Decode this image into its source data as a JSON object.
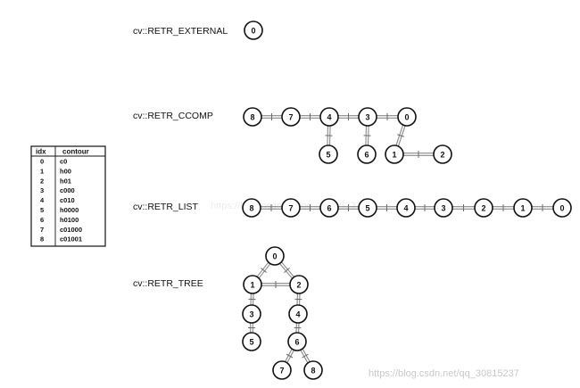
{
  "modes": [
    {
      "label": "cv::RETR_EXTERNAL",
      "nodes": [
        {
          "id": "e0",
          "text": "0"
        }
      ],
      "edges": []
    },
    {
      "label": "cv::RETR_CCOMP",
      "nodes": [
        {
          "id": "c8",
          "text": "8"
        },
        {
          "id": "c7",
          "text": "7"
        },
        {
          "id": "c4",
          "text": "4"
        },
        {
          "id": "c3",
          "text": "3"
        },
        {
          "id": "c0",
          "text": "0"
        },
        {
          "id": "c5",
          "text": "5"
        },
        {
          "id": "c6",
          "text": "6"
        },
        {
          "id": "c1",
          "text": "1"
        },
        {
          "id": "c2",
          "text": "2"
        }
      ],
      "edges": [
        [
          "c8",
          "c7"
        ],
        [
          "c7",
          "c4"
        ],
        [
          "c4",
          "c3"
        ],
        [
          "c3",
          "c0"
        ],
        [
          "c4",
          "c5"
        ],
        [
          "c3",
          "c6"
        ],
        [
          "c0",
          "c1"
        ],
        [
          "c1",
          "c2"
        ]
      ]
    },
    {
      "label": "cv::RETR_LIST",
      "nodes": [
        {
          "id": "l8",
          "text": "8"
        },
        {
          "id": "l7",
          "text": "7"
        },
        {
          "id": "l6",
          "text": "6"
        },
        {
          "id": "l5",
          "text": "5"
        },
        {
          "id": "l4",
          "text": "4"
        },
        {
          "id": "l3",
          "text": "3"
        },
        {
          "id": "l2",
          "text": "2"
        },
        {
          "id": "l1",
          "text": "1"
        },
        {
          "id": "l0",
          "text": "0"
        }
      ],
      "edges": [
        [
          "l8",
          "l7"
        ],
        [
          "l7",
          "l6"
        ],
        [
          "l6",
          "l5"
        ],
        [
          "l5",
          "l4"
        ],
        [
          "l4",
          "l3"
        ],
        [
          "l3",
          "l2"
        ],
        [
          "l2",
          "l1"
        ],
        [
          "l1",
          "l0"
        ]
      ]
    },
    {
      "label": "cv::RETR_TREE",
      "nodes": [
        {
          "id": "t0",
          "text": "0"
        },
        {
          "id": "t1",
          "text": "1"
        },
        {
          "id": "t2",
          "text": "2"
        },
        {
          "id": "t3",
          "text": "3"
        },
        {
          "id": "t4",
          "text": "4"
        },
        {
          "id": "t5",
          "text": "5"
        },
        {
          "id": "t6",
          "text": "6"
        },
        {
          "id": "t7",
          "text": "7"
        },
        {
          "id": "t8",
          "text": "8"
        }
      ],
      "edges": [
        [
          "t0",
          "t1"
        ],
        [
          "t0",
          "t2"
        ],
        [
          "t1",
          "t2"
        ],
        [
          "t1",
          "t3"
        ],
        [
          "t3",
          "t5"
        ],
        [
          "t2",
          "t4"
        ],
        [
          "t4",
          "t6"
        ],
        [
          "t6",
          "t7"
        ],
        [
          "t6",
          "t8"
        ]
      ]
    }
  ],
  "contour_table": {
    "headers": [
      "idx",
      "contour"
    ],
    "rows": [
      [
        "0",
        "c0"
      ],
      [
        "1",
        "h00"
      ],
      [
        "2",
        "h01"
      ],
      [
        "3",
        "c000"
      ],
      [
        "4",
        "c010"
      ],
      [
        "5",
        "h0000"
      ],
      [
        "6",
        "h0100"
      ],
      [
        "7",
        "c01000"
      ],
      [
        "8",
        "c01001"
      ]
    ]
  },
  "watermarks": [
    "https://blog.csdn.net/qq_30815237"
  ]
}
